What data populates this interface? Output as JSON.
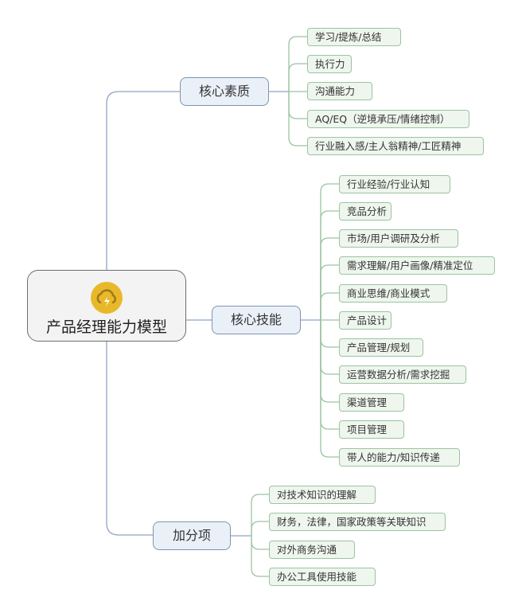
{
  "root": {
    "title": "产品经理能力模型",
    "icon": "cloud-lightning-icon"
  },
  "branches": [
    {
      "label": "核心素质",
      "items": [
        "学习/提炼/总结",
        "执行力",
        "沟通能力",
        "AQ/EQ（逆境承压/情绪控制）",
        "行业融入感/主人翁精神/工匠精神"
      ]
    },
    {
      "label": "核心技能",
      "items": [
        "行业经验/行业认知",
        "竞品分析",
        "市场/用户调研及分析",
        "需求理解/用户画像/精准定位",
        "商业思维/商业模式",
        "产品设计",
        "产品管理/规划",
        "运营数据分析/需求挖掘",
        "渠道管理",
        "项目管理",
        "带人的能力/知识传递"
      ]
    },
    {
      "label": "加分项",
      "items": [
        "对技术知识的理解",
        "财务，法律，国家政策等关联知识",
        "对外商务沟通",
        "办公工具使用技能"
      ]
    }
  ],
  "colors": {
    "root_line": "#8ea3bf",
    "leaf_line": "#9cc3a2",
    "icon": "#e9b82a"
  }
}
